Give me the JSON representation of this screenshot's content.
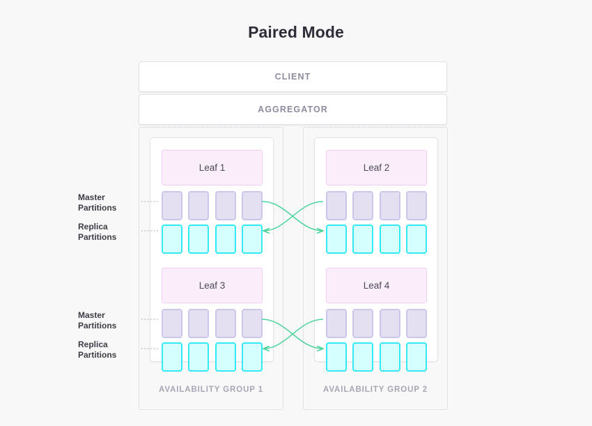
{
  "title": "Paired Mode",
  "stack": {
    "client_label": "CLIENT",
    "aggregator_label": "AGGREGATOR"
  },
  "side_labels": {
    "master_line1": "Master",
    "master_line2": "Partitions",
    "replica_line1": "Replica",
    "replica_line2": "Partitions"
  },
  "groups": [
    {
      "label": "AVAILABILITY GROUP 1",
      "leaves": [
        {
          "name": "Leaf 1",
          "master_count": 4,
          "replica_count": 4
        },
        {
          "name": "Leaf 3",
          "master_count": 4,
          "replica_count": 4
        }
      ]
    },
    {
      "label": "AVAILABILITY GROUP 2",
      "leaves": [
        {
          "name": "Leaf 2",
          "master_count": 4,
          "replica_count": 4
        },
        {
          "name": "Leaf 4",
          "master_count": 4,
          "replica_count": 4
        }
      ]
    }
  ],
  "colors": {
    "background": "#f8f8f9",
    "leaf_fill": "#fbeefb",
    "leaf_border": "#f3cdf0",
    "master_fill": "#e4e0f2",
    "master_border": "#cec6ea",
    "replica_fill": "#d6fdff",
    "replica_border": "#31eaf5",
    "arrow": "#4bd39a",
    "group_border": "#c9c9d1",
    "muted_text": "#a6a6b4"
  },
  "replication_arrows": [
    {
      "from": "Leaf 1 master partitions",
      "to": "Leaf 2 replica partitions"
    },
    {
      "from": "Leaf 2 master partitions",
      "to": "Leaf 1 replica partitions"
    },
    {
      "from": "Leaf 3 master partitions",
      "to": "Leaf 4 replica partitions"
    },
    {
      "from": "Leaf 4 master partitions",
      "to": "Leaf 3 replica partitions"
    }
  ]
}
